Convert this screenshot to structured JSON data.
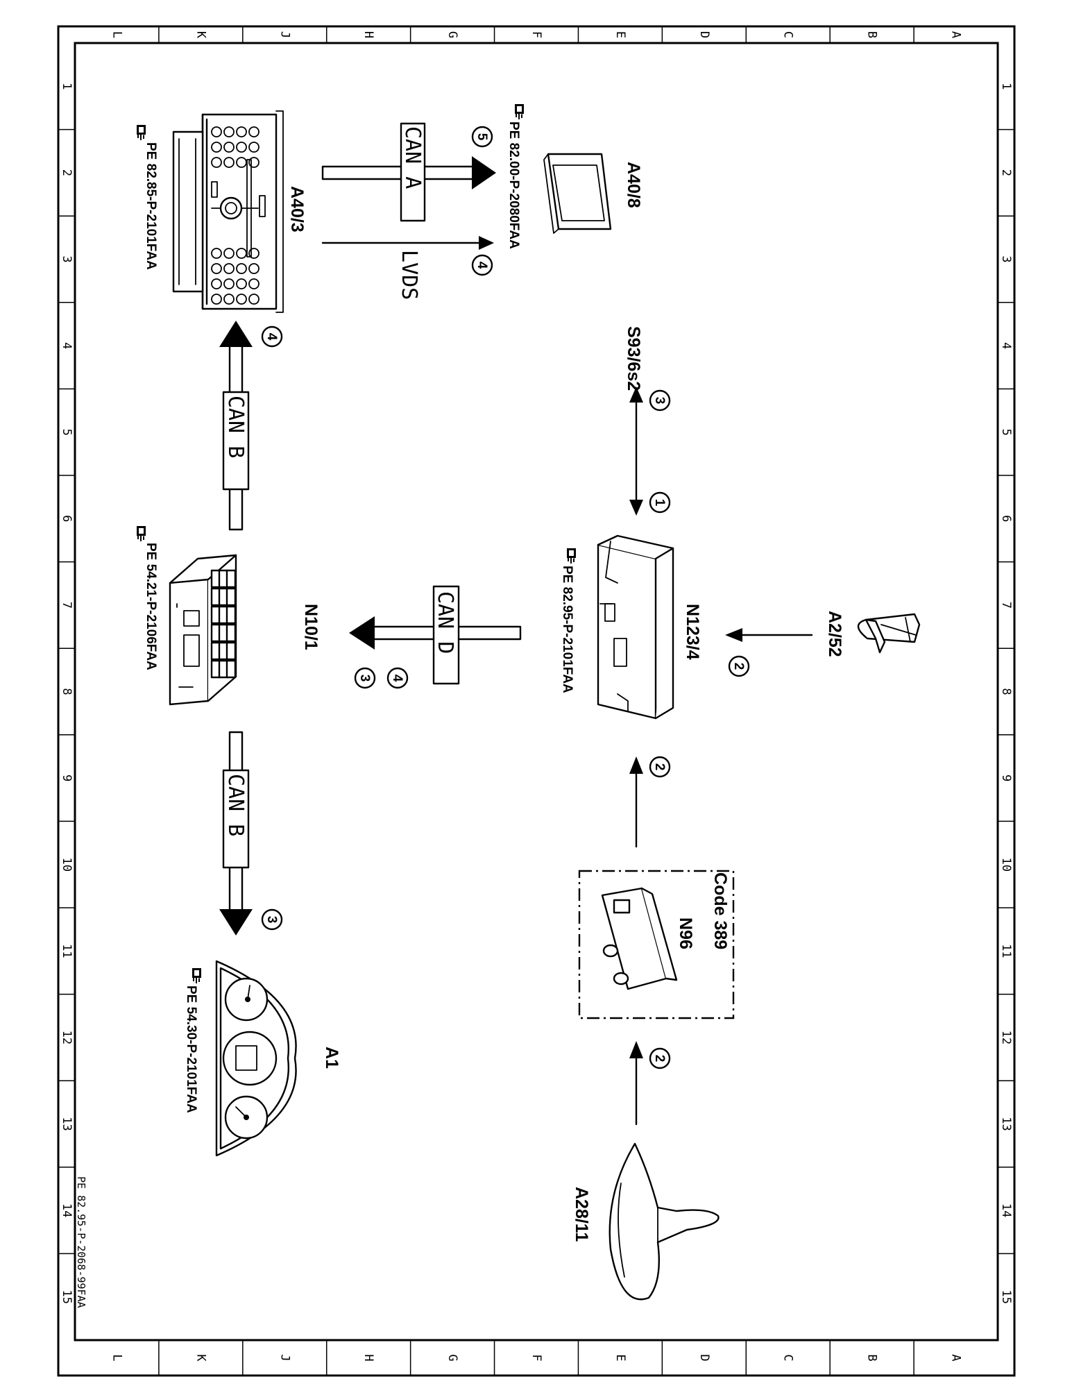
{
  "sheet": {
    "drawing_number": "PE 82.95-P-2068-99FAA",
    "columns": [
      "L",
      "K",
      "J",
      "H",
      "G",
      "F",
      "E",
      "D",
      "C",
      "B",
      "A"
    ],
    "rows": [
      "1",
      "2",
      "3",
      "4",
      "5",
      "6",
      "7",
      "8",
      "9",
      "10",
      "11",
      "12",
      "13",
      "14",
      "15"
    ]
  },
  "components": {
    "a40_3": {
      "label": "A40/3",
      "ref": "PE 82.85-P-2101FAA"
    },
    "a40_8": {
      "label": "A40/8",
      "ref": "PE 82.00-P-2080FAA"
    },
    "s93_6s2": {
      "label": "S93/6s2"
    },
    "n10_1": {
      "label": "N10/1",
      "ref": "PE 54.21-P-2106FAA"
    },
    "n123_4": {
      "label": "N123/4",
      "ref": "PE 82.95-P-2101FAA"
    },
    "a2_52": {
      "label": "A2/52"
    },
    "a1": {
      "label": "A1",
      "ref": "PE 54.30-P-2101FAA"
    },
    "n96": {
      "label": "N96",
      "code": "Code  389"
    },
    "a28_11": {
      "label": "A28/11"
    }
  },
  "buses": {
    "can_a": "CAN  A",
    "lvds": "LVDS",
    "can_b_upper": "CAN  B",
    "can_d": "CAN  D",
    "can_b_lower": "CAN  B"
  },
  "signals": {
    "s5": "5",
    "s4_lvds": "4",
    "s4_a403": "4",
    "s3_s93": "3",
    "s1_s93": "1",
    "s4_n101": "4",
    "s3_n101": "3",
    "s2_a252": "2",
    "s2_n96_top": "2",
    "s3_a1": "3",
    "s2_n96_bottom": "2"
  }
}
